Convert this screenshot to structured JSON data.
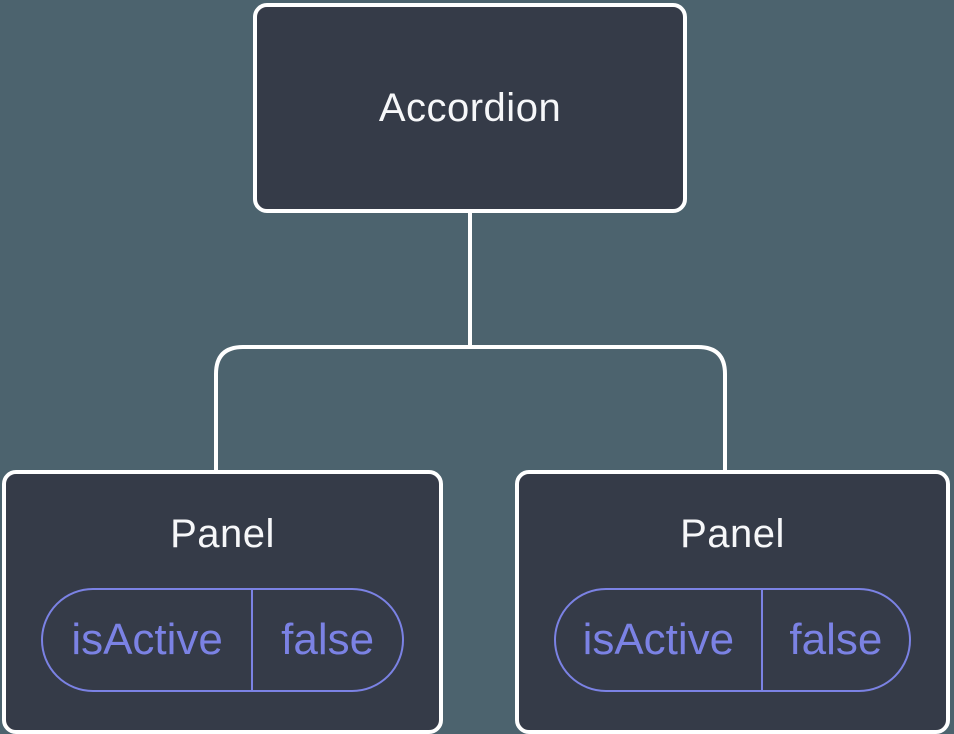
{
  "diagram": {
    "type": "component-tree",
    "colors": {
      "background": "#4c636e",
      "node_fill": "#353b48",
      "node_border": "#ffffff",
      "connector": "#ffffff",
      "label_text": "#f6f7f9",
      "accent_purple": "#7b82e4"
    },
    "root": {
      "label": "Accordion"
    },
    "children": [
      {
        "label": "Panel",
        "props": [
          {
            "name": "isActive",
            "value": "false"
          }
        ]
      },
      {
        "label": "Panel",
        "props": [
          {
            "name": "isActive",
            "value": "false"
          }
        ]
      }
    ],
    "edges": [
      {
        "from": "Accordion",
        "to": "Panel (left)"
      },
      {
        "from": "Accordion",
        "to": "Panel (right)"
      }
    ]
  }
}
